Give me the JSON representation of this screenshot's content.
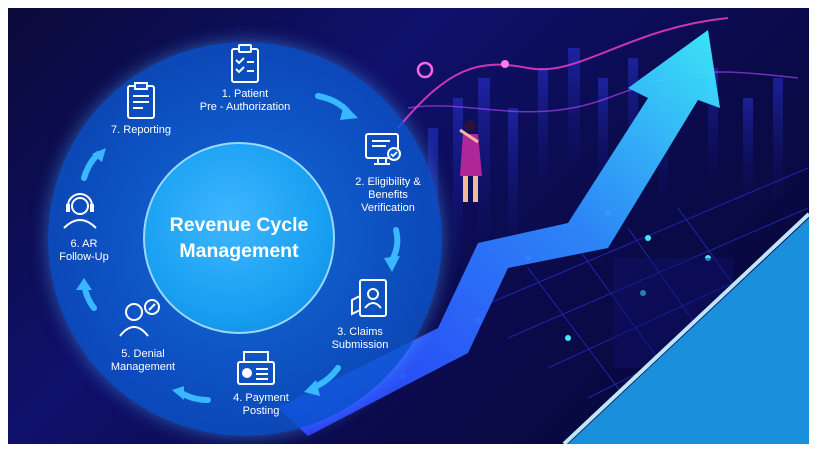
{
  "diagram": {
    "center_title": "Revenue Cycle Management",
    "steps": [
      {
        "label": "1. Patient\nPre - Authorization",
        "icon": "clipboard-checklist-icon"
      },
      {
        "label": "2. Eligibility &\nBenefits\nVerification",
        "icon": "computer-monitor-icon"
      },
      {
        "label": "3. Claims\nSubmission",
        "icon": "id-card-document-icon"
      },
      {
        "label": "4. Payment\nPosting",
        "icon": "cash-register-icon"
      },
      {
        "label": "5. Denial\nManagement",
        "icon": "person-speech-bubble-icon"
      },
      {
        "label": "6. AR\nFollow-Up",
        "icon": "headset-agent-icon"
      },
      {
        "label": "7. Reporting",
        "icon": "report-document-icon"
      }
    ]
  },
  "colors": {
    "background_dark": "#0b0b4f",
    "ring_blue": "#0c5ad2",
    "core_blue": "#18a0f2",
    "arrow_cyan": "#1ea8ff",
    "corner_blue": "#1a8fdc"
  }
}
